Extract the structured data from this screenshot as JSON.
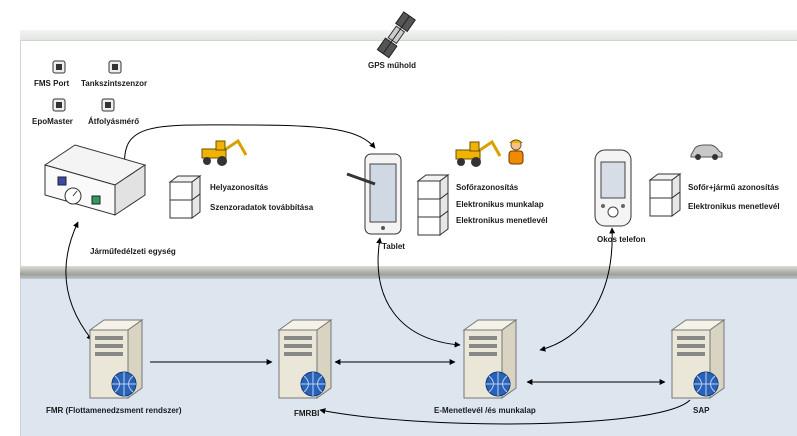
{
  "top": {
    "satellite_label": "GPS műhold",
    "sensors": [
      {
        "label": "FMS Port"
      },
      {
        "label": "Tankszintszenzor"
      },
      {
        "label": "EpoMaster"
      },
      {
        "label": "Átfolyásmérő"
      }
    ],
    "onboard_unit": {
      "label": "Járműfedélzeti egység",
      "features": [
        "Helyazonosítás",
        "Szenzoradatok továbbítása"
      ]
    },
    "tablet": {
      "label": "Tablet",
      "features": [
        "Sofőrazonosítás",
        "Elektronikus munkalap",
        "Elektronikus menetlevél"
      ]
    },
    "phone": {
      "label": "Okos telefon",
      "features": [
        "Sofőr+jármű azonosítás",
        "Elektronikus menetlevél"
      ]
    }
  },
  "bottom": {
    "servers": [
      {
        "label": "FMR (Flottamenedzsment rendszer)"
      },
      {
        "label": "FMRBI"
      },
      {
        "label": "E-Menetlevél /és munkalap"
      },
      {
        "label": "SAP"
      }
    ]
  },
  "colors": {
    "bottom_panel_bg": "#dde5ef",
    "server_body": "#e9e5d6",
    "globe": "#2a62b8",
    "connector": "#000000"
  }
}
